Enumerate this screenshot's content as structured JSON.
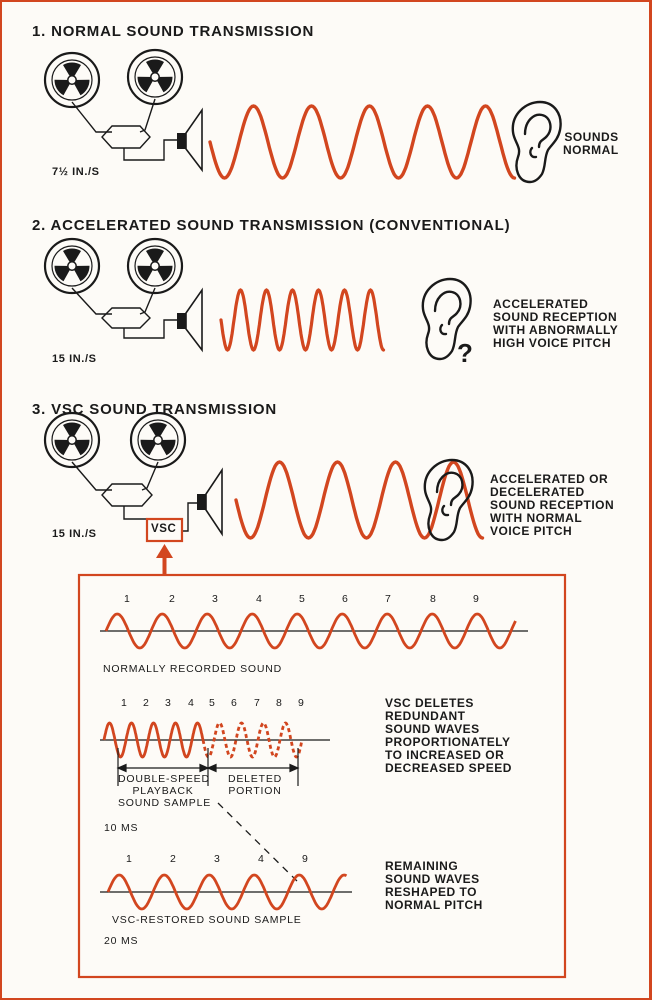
{
  "sections": [
    {
      "heading": "1. NORMAL SOUND TRANSMISSION",
      "speed": "7½ IN./S",
      "description": "SOUNDS\nNORMAL"
    },
    {
      "heading": "2. ACCELERATED SOUND TRANSMISSION (CONVENTIONAL)",
      "speed": "15 IN./S",
      "description": "ACCELERATED\nSOUND RECEPTION\nWITH ABNORMALLY\nHIGH VOICE PITCH",
      "question_mark": "?"
    },
    {
      "heading": "3. VSC SOUND TRANSMISSION",
      "speed": "15 IN./S",
      "vsc_box": "VSC",
      "description": "ACCELERATED OR\nDECELERATED\nSOUND RECEPTION\nWITH NORMAL\nVOICE PITCH"
    }
  ],
  "detail": {
    "normal": {
      "numbers": [
        "1",
        "2",
        "3",
        "4",
        "5",
        "6",
        "7",
        "8",
        "9"
      ],
      "caption": "NORMALLY RECORDED SOUND"
    },
    "double_speed": {
      "numbers": [
        "1",
        "2",
        "3",
        "4",
        "5",
        "6",
        "7",
        "8",
        "9"
      ],
      "left_label": "DOUBLE-SPEED\nPLAYBACK\nSOUND SAMPLE",
      "right_label": "DELETED\nPORTION",
      "time": "10 MS",
      "note": "VSC DELETES\nREDUNDANT\nSOUND WAVES\nPROPORTIONATELY\nTO INCREASED OR\nDECREASED SPEED"
    },
    "restored": {
      "numbers": [
        "1",
        "2",
        "3",
        "4",
        "9"
      ],
      "caption": "VSC-RESTORED SOUND SAMPLE",
      "time": "20 MS",
      "note": "REMAINING\nSOUND WAVES\nRESHAPED TO\nNORMAL PITCH"
    }
  },
  "colors": {
    "accent": "#d2461f",
    "ink": "#1a1a1a",
    "background": "#fdfbf7"
  },
  "icons": [
    "tape-reel-icon",
    "speaker-icon",
    "ear-icon"
  ]
}
